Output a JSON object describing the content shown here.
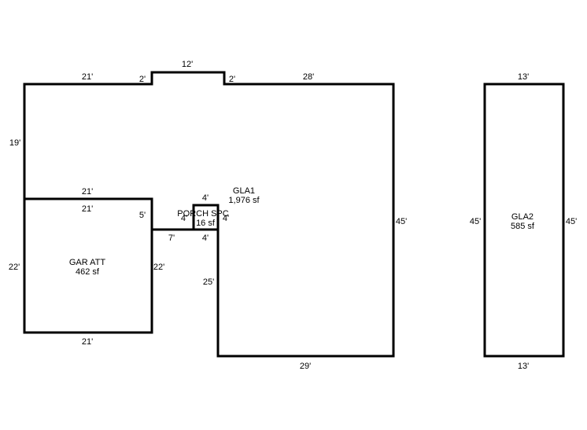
{
  "areas": {
    "gla1": {
      "name": "GLA1",
      "size": "1,976 sf"
    },
    "gar_att": {
      "name": "GAR ATT",
      "size": "462 sf"
    },
    "porch": {
      "name": "PORCH SPC",
      "size": "16 sf"
    },
    "gla2": {
      "name": "GLA2",
      "size": "585 sf"
    }
  },
  "dimensions": {
    "top_left": "21'",
    "bump_left_side": "2'",
    "bump_top": "12'",
    "bump_right_side": "2'",
    "top_right": "28'",
    "left_upper": "19'",
    "garage_top_outer": "21'",
    "garage_top_inner": "21'",
    "garage_right_small": "5'",
    "garage_left": "22'",
    "garage_right": "22'",
    "garage_bottom": "21'",
    "link_bottom": "7'",
    "porch_top": "4'",
    "porch_left": "4'",
    "porch_right": "4'",
    "porch_bottom": "4'",
    "gla1_inner_left": "25'",
    "gla1_right": "45'",
    "gla1_bottom": "29'",
    "gla2_top": "13'",
    "gla2_left": "45'",
    "gla2_right": "45'",
    "gla2_bottom": "13'"
  }
}
